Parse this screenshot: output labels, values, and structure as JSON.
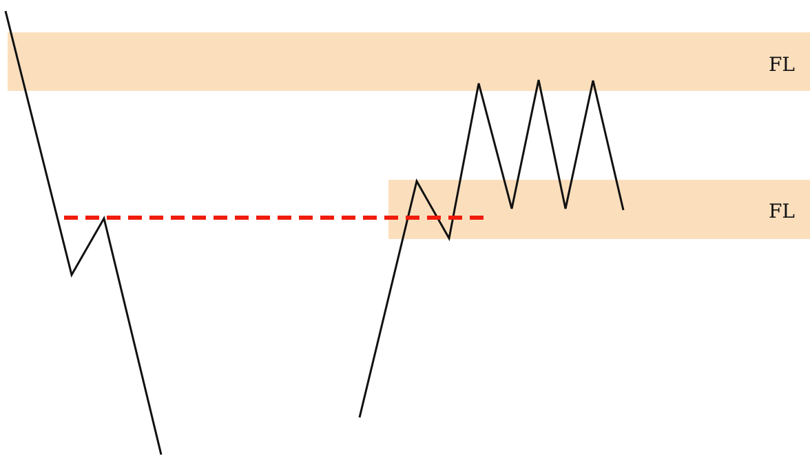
{
  "zones": [
    {
      "id": "upper",
      "label": "FL",
      "color": "#fbdfbd"
    },
    {
      "id": "lower",
      "label": "FL",
      "color": "#fbdfbd"
    }
  ],
  "colors": {
    "price_path": "#111111",
    "breakout_level": "#f01c0c",
    "background": "#ffffff"
  }
}
